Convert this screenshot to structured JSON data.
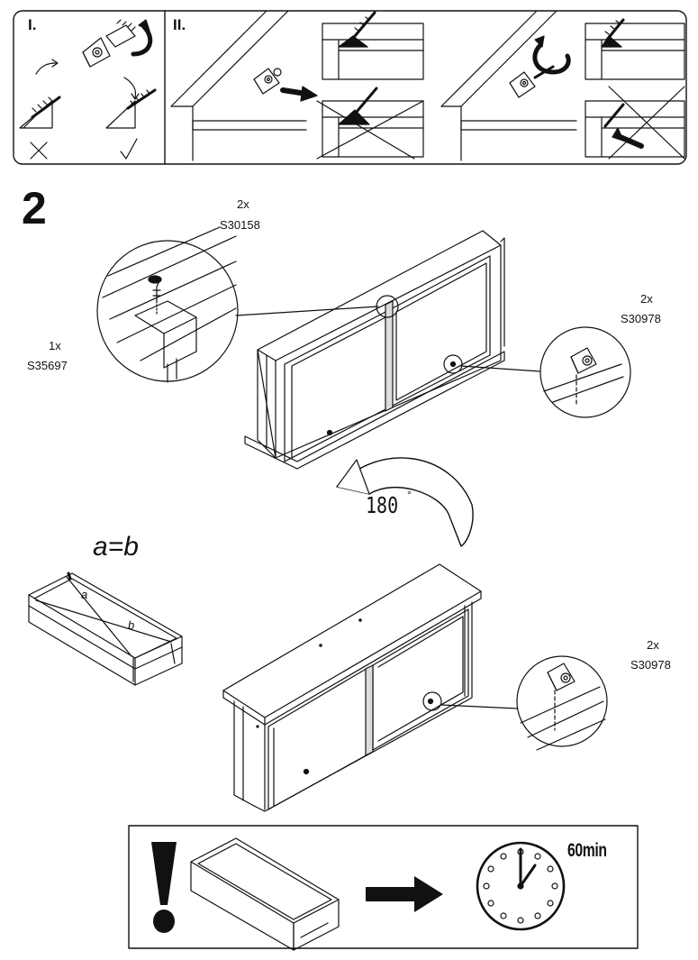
{
  "top_panel": {
    "section_one_label": "I.",
    "section_two_label": "II."
  },
  "step": {
    "number": "2",
    "parts": {
      "screw_top": {
        "qty": "2x",
        "code": "S30158"
      },
      "bracket": {
        "qty": "1x",
        "code": "S35697"
      },
      "connector_top": {
        "qty": "2x",
        "code": "S30978"
      },
      "connector_bottom": {
        "qty": "2x",
        "code": "S30978"
      }
    },
    "rotation_text": "180",
    "rotation_unit": "°",
    "diagonal_check": {
      "title": "a=b",
      "label_a": "a",
      "label_b": "b"
    }
  },
  "notice": {
    "time_label": "60min"
  },
  "icons": [
    "screw-icon",
    "rotate-arrow-icon",
    "checkmark-icon",
    "cross-icon",
    "exclamation-icon",
    "right-arrow-icon",
    "clock-icon"
  ]
}
